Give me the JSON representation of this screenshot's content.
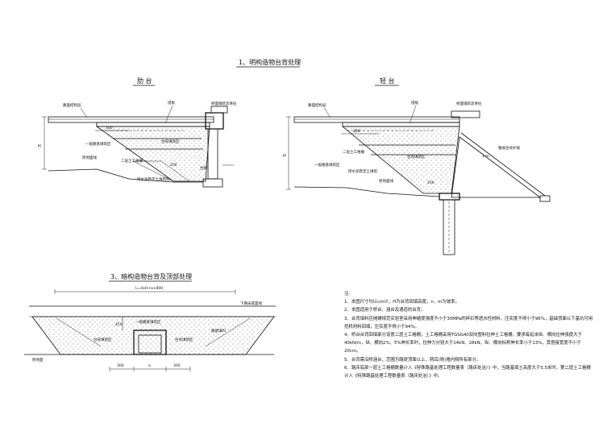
{
  "main_title": "1、明构造物台背处理",
  "left_section": {
    "title": "肋 台",
    "labels": {
      "pavement_layer": "路面结构层",
      "slab": "搭板",
      "bridge_deck": "桥面铺装沥青砼",
      "dim_300": "300",
      "subgrade_fill": "一般路基填筑区",
      "backfill": "台背填筑区",
      "geogrid": "二层土工格栅",
      "dim_200": "200",
      "abutment": "台帽",
      "ground": "原地面线",
      "cement_soil": "掺水泥稳定土填筑料",
      "height": "H"
    }
  },
  "right_section": {
    "title": "轻 台",
    "labels": {
      "pavement_layer": "路面结构层",
      "slab": "搭板",
      "bridge_deck": "桥面铺装沥青砼",
      "dim_300": "300",
      "geogrid": "二层土工格栅",
      "subgrade_fill": "一般路基填筑区",
      "backfill": "台背填筑区",
      "cement_soil": "掺水泥稳定土填筑",
      "dim_200": "200",
      "ground": "原地面线",
      "slope_protection": "锥坡台背护坡",
      "slope_ratio": "1:m",
      "height": "H"
    }
  },
  "culvert_section": {
    "title": "3、暗构造物台背及顶部处理",
    "labels": {
      "length": "L=4xH+a+800",
      "bottom_line": "下路床底面线",
      "dim_450": "450",
      "subgrade_fill": "一般路基填筑区",
      "backfill_left": "台背填筑区",
      "backfill_right": "台背填筑区",
      "fill_material": "路基填料",
      "ground": "原地面",
      "dim_left": "300",
      "dim_mid": "a",
      "dim_right": "300"
    }
  },
  "notes": {
    "title": "注:",
    "items": [
      "1、本图尺寸均以cm计，H为台背回填高度，n、m为坡率。",
      "2、本图适用于桥台、涵台及通道的台背。",
      "3、台背填料应摊铺规范实验室采用伸缩度强度不小于30MPa的碎石等透水性材料，压实度不得小于96%，基础顶面以下基坑可用挖机材料回填，压实度不得小于94%。",
      "4、桥台台背回填部分设置二层土工格栅，土工格栅采用TGSG40双向塑料拉伸土工格栅，要求每延米纵、横向拉伸强度大于40kN/m，纵、横向2%、5%伸长率时，拉伸力分别大于14kN、28kN，纵、横向标称伸长率小于13%，其搭接宽度不小于20cm。",
      "5、台背需沿桥涵台，范围为路堤顶面以上，两耳(侧)墙内侧所有部分。",
      "6、路床底部一层土工格栅数量计入《特殊路基处理工程数量表（路床处治）》中，当路基填土高度大于5.5米时，第二层土工格栅计入《特殊路基处理工程数量表（路床处治）》中。"
    ]
  }
}
